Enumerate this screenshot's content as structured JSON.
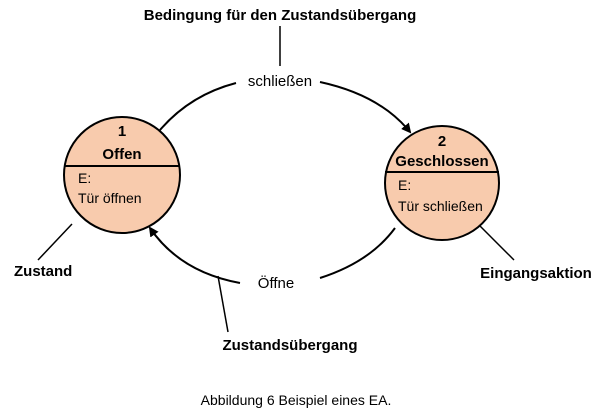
{
  "colors": {
    "state_fill": "#f8cbad",
    "stroke": "#000000",
    "text": "#111111"
  },
  "annotations": {
    "condition": "Bedingung für den Zustandsübergang",
    "state": "Zustand",
    "entry_action": "Eingangsaktion",
    "transition": "Zustandsübergang"
  },
  "states": [
    {
      "number": "1",
      "name": "Offen",
      "entry_label": "E:",
      "entry_action": "Tür öffnen"
    },
    {
      "number": "2",
      "name": "Geschlossen",
      "entry_label": "E:",
      "entry_action": "Tür schließen"
    }
  ],
  "transitions": {
    "close": "schließen",
    "open": "Öffne"
  },
  "caption": "Abbildung 6 Beispiel eines EA."
}
